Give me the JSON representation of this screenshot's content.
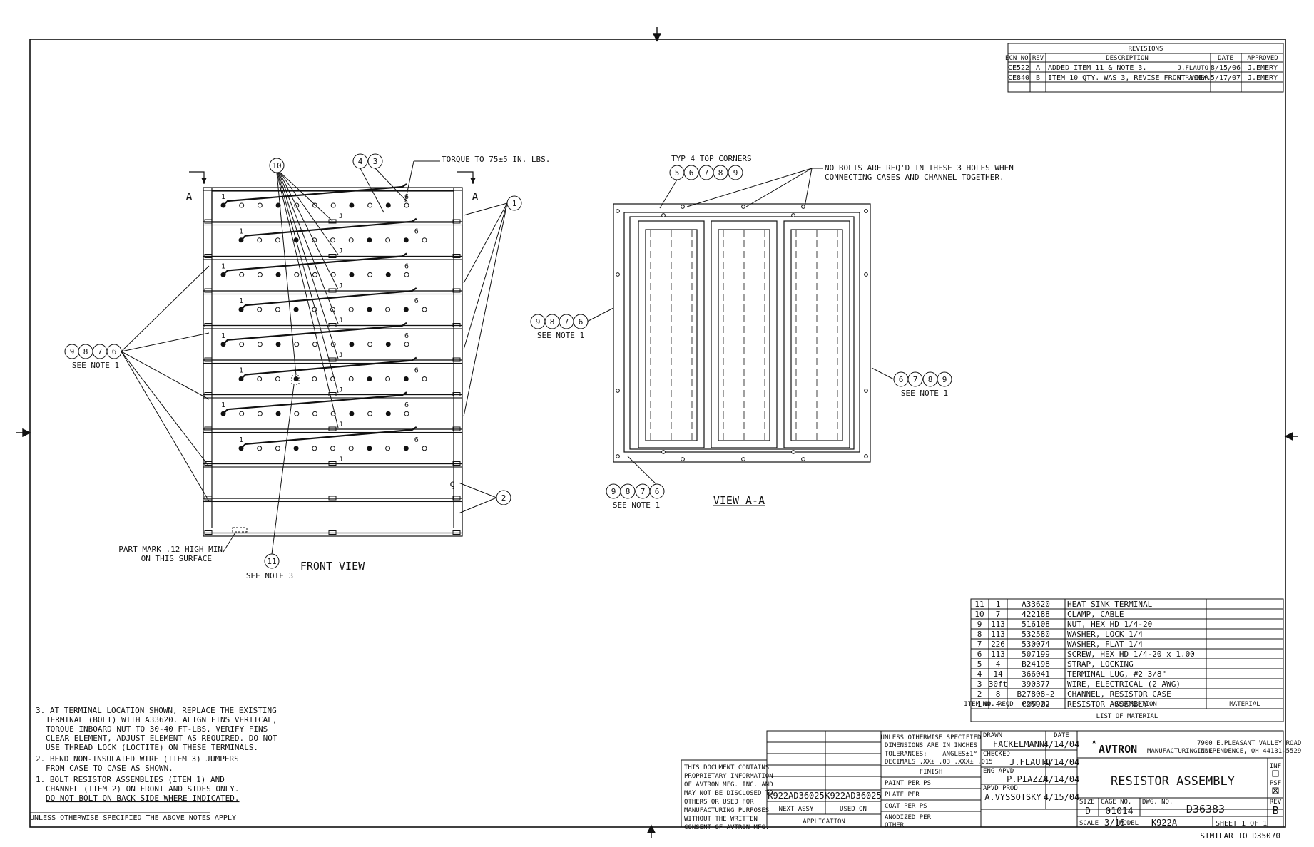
{
  "drawing": {
    "title": "RESISTOR ASSEMBLY",
    "dwg_no": "D36383",
    "rev": "B",
    "size": "D",
    "cage_no": "01014",
    "scale": "3/16",
    "model": "K922A",
    "sheet": "SHEET  1  OF  1",
    "similar_to": "SIMILAR  TO  D35070"
  },
  "company": {
    "star": "★",
    "name": "AVTRON",
    "suffix": "MANUFACTURING INC",
    "address1": "7900 E.PLEASANT VALLEY ROAD",
    "address2": "INDEPENDENCE, OH  44131-5529"
  },
  "revisions": {
    "title": "REVISIONS",
    "headers": [
      "ECN NO.",
      "REV",
      "DESCRIPTION",
      "DATE",
      "APPROVED"
    ],
    "rows": [
      {
        "ecn": "CE522",
        "rev": "A",
        "desc": "ADDED ITEM 11 & NOTE 3.",
        "by": "J.FLAUTO",
        "date": "8/15/06",
        "appr": "J.EMERY"
      },
      {
        "ecn": "CE840",
        "rev": "B",
        "desc": "ITEM 10 QTY. WAS 3, REVISE FRONT VIEW.",
        "by": "R.RAYNER",
        "date": "5/17/07",
        "appr": "J.EMERY"
      }
    ]
  },
  "bom": {
    "title": "LIST OF MATERIAL",
    "headers": [
      "ITEM NO.",
      "NO. REQD",
      "PART NO",
      "DESCRIPTION",
      "MATERIAL"
    ],
    "rows": [
      {
        "item": "11",
        "qty": "1",
        "part": "A33620",
        "desc": "HEAT SINK TERMINAL"
      },
      {
        "item": "10",
        "qty": "7",
        "part": "422188",
        "desc": "CLAMP, CABLE"
      },
      {
        "item": "9",
        "qty": "113",
        "part": "516108",
        "desc": "NUT, HEX HD 1/4-20"
      },
      {
        "item": "8",
        "qty": "113",
        "part": "532580",
        "desc": "WASHER, LOCK 1/4"
      },
      {
        "item": "7",
        "qty": "226",
        "part": "530074",
        "desc": "WASHER, FLAT 1/4"
      },
      {
        "item": "6",
        "qty": "113",
        "part": "507199",
        "desc": "SCREW, HEX HD 1/4-20 x 1.00"
      },
      {
        "item": "5",
        "qty": "4",
        "part": "B24198",
        "desc": "STRAP, LOCKING"
      },
      {
        "item": "4",
        "qty": "14",
        "part": "366041",
        "desc": "TERMINAL LUG, #2 3/8\""
      },
      {
        "item": "3",
        "qty": "30ft",
        "part": "390377",
        "desc": "WIRE, ELECTRICAL (2 AWG)"
      },
      {
        "item": "2",
        "qty": "8",
        "part": "B27808-2",
        "desc": "CHANNEL, RESISTOR CASE"
      },
      {
        "item": "1",
        "qty": "4",
        "part": "C25922",
        "desc": "RESISTOR ASSEMBLY"
      }
    ]
  },
  "notes": {
    "n3": [
      "3. AT TERMINAL LOCATION SHOWN, REPLACE THE EXISTING",
      "TERMINAL (BOLT) WITH A33620. ALIGN FINS VERTICAL,",
      "TORQUE INBOARD NUT TO 30-40 FT-LBS. VERIFY FINS",
      "CLEAR ELEMENT, ADJUST ELEMENT AS REQUIRED. DO NOT",
      "USE THREAD LOCK (LOCTITE) ON THESE TERMINALS."
    ],
    "n2": [
      "2. BEND NON-INSULATED WIRE (ITEM 3) JUMPERS",
      "FROM CASE TO CASE AS SHOWN."
    ],
    "n1": [
      "1. BOLT RESISTOR ASSEMBLIES (ITEM 1) AND",
      "CHANNEL (ITEM 2) ON FRONT AND SIDES ONLY.",
      "DO NOT BOLT ON BACK SIDE WHERE INDICATED."
    ],
    "footer": "UNLESS OTHERWISE SPECIFIED THE ABOVE NOTES APPLY"
  },
  "proprietary": [
    "THIS DOCUMENT CONTAINS",
    "PROPRIETARY INFORMATION",
    "OF AVTRON MFG. INC. AND",
    "MAY NOT BE DISCLOSED TO",
    "OTHERS OR USED FOR",
    "MANUFACTURING PURPOSES",
    "WITHOUT THE WRITTEN",
    "CONSENT OF AVTRON MFG."
  ],
  "application": {
    "next_assy_val": "K922AD36025",
    "used_on_val": "K922AD36025",
    "next_assy": "NEXT ASSY",
    "used_on": "USED ON",
    "label": "APPLICATION"
  },
  "tolerances": {
    "l1": "UNLESS OTHERWISE SPECIFIED",
    "l2": "DIMENSIONS ARE IN INCHES",
    "l3": "TOLERANCES:",
    "l4": "ANGLES±1°",
    "l5": "DECIMALS .XX± .03   .XXX± .015"
  },
  "finish": [
    "FINISH",
    "PAINT PER PS",
    "PLATE PER",
    "COAT PER PS",
    "ANODIZED PER",
    "OTHER"
  ],
  "signoffs": [
    {
      "role": "DRAWN",
      "name": "FACKELMANN",
      "date": "4/14/04"
    },
    {
      "role": "CHECKED",
      "name": "J.FLAUTO",
      "date": "4/14/04"
    },
    {
      "role": "ENG APVD",
      "name": "P.PIAZZA",
      "date": "4/14/04"
    },
    {
      "role": "APVD PROD",
      "name": "A.VYSSOTSKY",
      "date": "4/15/04"
    }
  ],
  "tb_labels": {
    "date": "DATE",
    "size": "SIZE",
    "cage": "CAGE NO.",
    "dwg": "DWG. NO.",
    "rev": "REV",
    "scale": "SCALE",
    "model": "MODEL",
    "inf": "INF",
    "psf": "PSF"
  },
  "front_view": {
    "title": "FRONT VIEW",
    "section": "A",
    "torque": "TORQUE TO 75±5 IN. LBS.",
    "part_mark": [
      "PART MARK .12 HIGH MIN",
      "ON THIS SURFACE"
    ],
    "see_note_1": "SEE NOTE 1",
    "see_note_3": "SEE NOTE 3",
    "balloon_10": "10",
    "balloon_4": "4",
    "balloon_3": "3",
    "balloon_1": "1",
    "balloon_2": "2",
    "balloon_11": "11",
    "stack_left": [
      "9",
      "8",
      "7",
      "6"
    ],
    "row_start": "1",
    "row_end": "6",
    "jumper": "J"
  },
  "view_aa": {
    "title": "VIEW A-A",
    "typ_corners": "TYP 4 TOP CORNERS",
    "typ_balloons": [
      "5",
      "6",
      "7",
      "8",
      "9"
    ],
    "no_bolts": [
      "NO BOLTS ARE REQ'D IN THESE 3 HOLES WHEN",
      "CONNECTING CASES AND CHANNEL TOGETHER."
    ],
    "left_balloons": [
      "9",
      "8",
      "7",
      "6"
    ],
    "right_balloons": [
      "6",
      "7",
      "8",
      "9"
    ],
    "bottom_balloons": [
      "9",
      "8",
      "7",
      "6"
    ],
    "see_note_1": "SEE NOTE 1"
  }
}
